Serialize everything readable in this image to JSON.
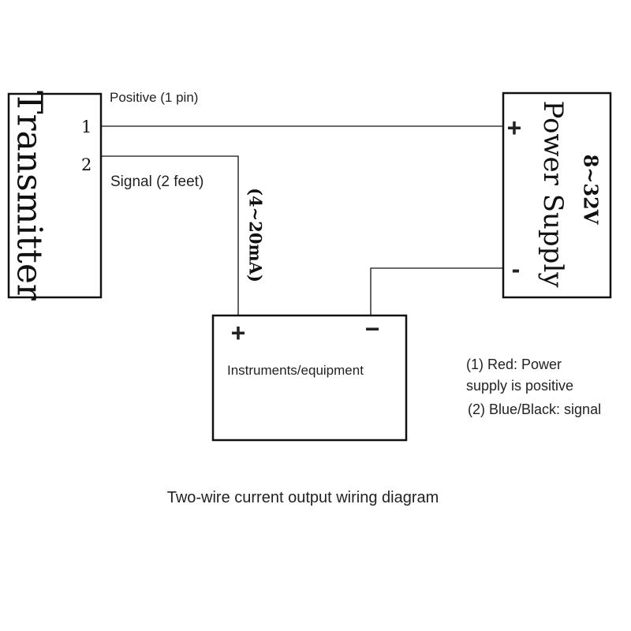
{
  "transmitter": {
    "label": "Transmitter",
    "pin1": "1",
    "pin2": "2",
    "pin1_caption": "Positive (1 pin)",
    "pin2_caption": "Signal (2 feet)"
  },
  "power_supply": {
    "label": "Power Supply",
    "voltage": "8~32V",
    "plus": "+",
    "minus": "-"
  },
  "instrument": {
    "label": "Instruments/equipment",
    "plus": "+",
    "minus": "−"
  },
  "signal_range": "(4~20mA)",
  "notes": [
    "(1) Red: Power",
    "supply is positive",
    "(2) Blue/Black: signal"
  ],
  "caption": "Two-wire current output wiring diagram"
}
